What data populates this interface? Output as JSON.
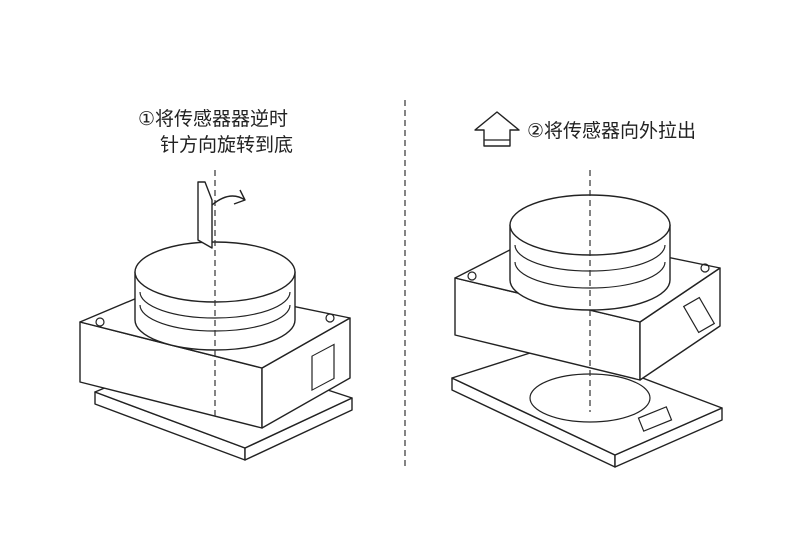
{
  "step1": {
    "line1": "①将传感器器逆时",
    "line2": "针方向旋转到底"
  },
  "step2": {
    "text": "②将传感器向外拉出"
  },
  "icons": {
    "step1": "rotate-counterclockwise-arrow",
    "step2": "up-arrow"
  }
}
